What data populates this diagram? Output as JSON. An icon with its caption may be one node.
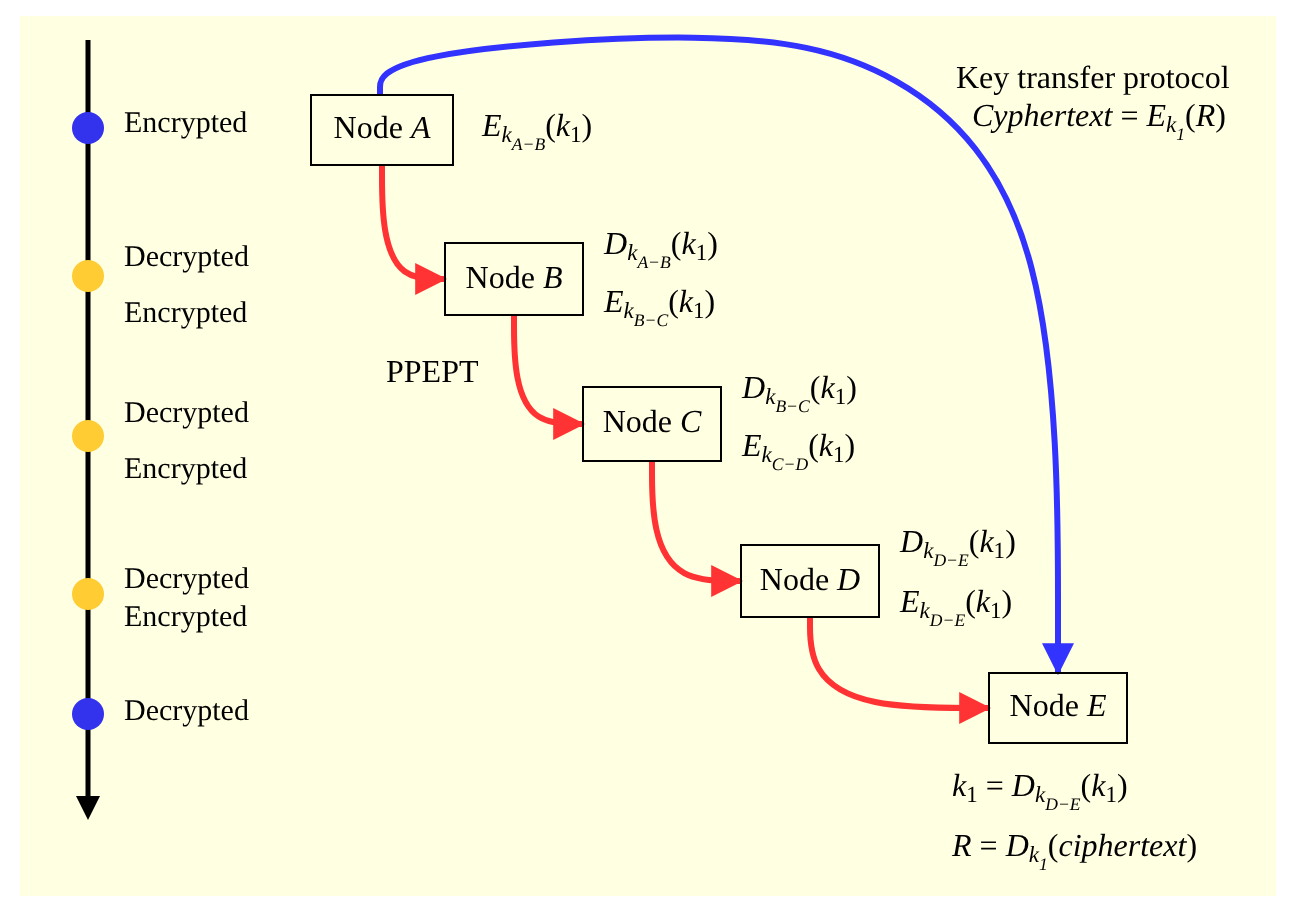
{
  "diagram": {
    "nodes": [
      {
        "text": [],
        "shape": "circle",
        "beside": [
          "Encrypted"
        ]
      },
      {
        "text": [],
        "shape": "circle",
        "beside": [
          "Decrypted",
          "Encrypted"
        ]
      },
      {
        "text": [],
        "shape": "circle",
        "beside": [
          "Decrypted",
          "Encrypted"
        ]
      },
      {
        "text": [],
        "shape": "circle",
        "beside": [
          "Decrypted",
          "Encrypted"
        ]
      },
      {
        "text": [],
        "shape": "circle",
        "beside": [
          "Decrypted"
        ]
      },
      {
        "text": [
          "Node *A*"
        ],
        "beside": [
          "*E*$_{k}$$_{A−B}$(*k*$_{1}$)"
        ]
      },
      {
        "text": [
          "Node *B*"
        ],
        "beside": [
          "*D*$_{k}$$_{A−B}$(*k*$_{1}$)",
          "*E*$_{k}$$_{B−C}$(*k*$_{1}$)"
        ]
      },
      {
        "text": [
          "Node *C*"
        ],
        "beside": [
          "*D*$_{k}$$_{B−C}$(*k*$_{1}$)",
          "*E*$_{k}$$_{C−D}$(*k*$_{1}$)"
        ]
      },
      {
        "text": [
          "Node *D*"
        ],
        "beside": [
          "*D*$_{k}$$_{D−E}$(*k*$_{1}$)",
          "*E*$_{k}$$_{D−E}$(*k*$_{1}$)"
        ]
      },
      {
        "text": [
          "Node *E*"
        ],
        "beside": [
          "*k*$_{1}$ = *D*$_{k}$$_{D−E}$(*k*$_{1}$)",
          "*R* = *D*$_{k}$$_{1}$(*ciphertext*)"
        ]
      }
    ],
    "edges": [
      {
        "from": 5,
        "to": 6,
        "arrow": "to"
      },
      {
        "from": 6,
        "to": 7,
        "arrow": "to"
      },
      {
        "from": 7,
        "to": 8,
        "arrow": "to"
      },
      {
        "from": 8,
        "to": 9,
        "arrow": "to"
      },
      {
        "from": 5,
        "to": 9,
        "arrow": "to",
        "color": "#3333ff"
      }
    ],
    "labels": [
      "Key transfer protocol",
      "*Cyphertext* = *E*$_{k}$$_{1}$(*R*)",
      "PPEPT"
    ]
  }
}
